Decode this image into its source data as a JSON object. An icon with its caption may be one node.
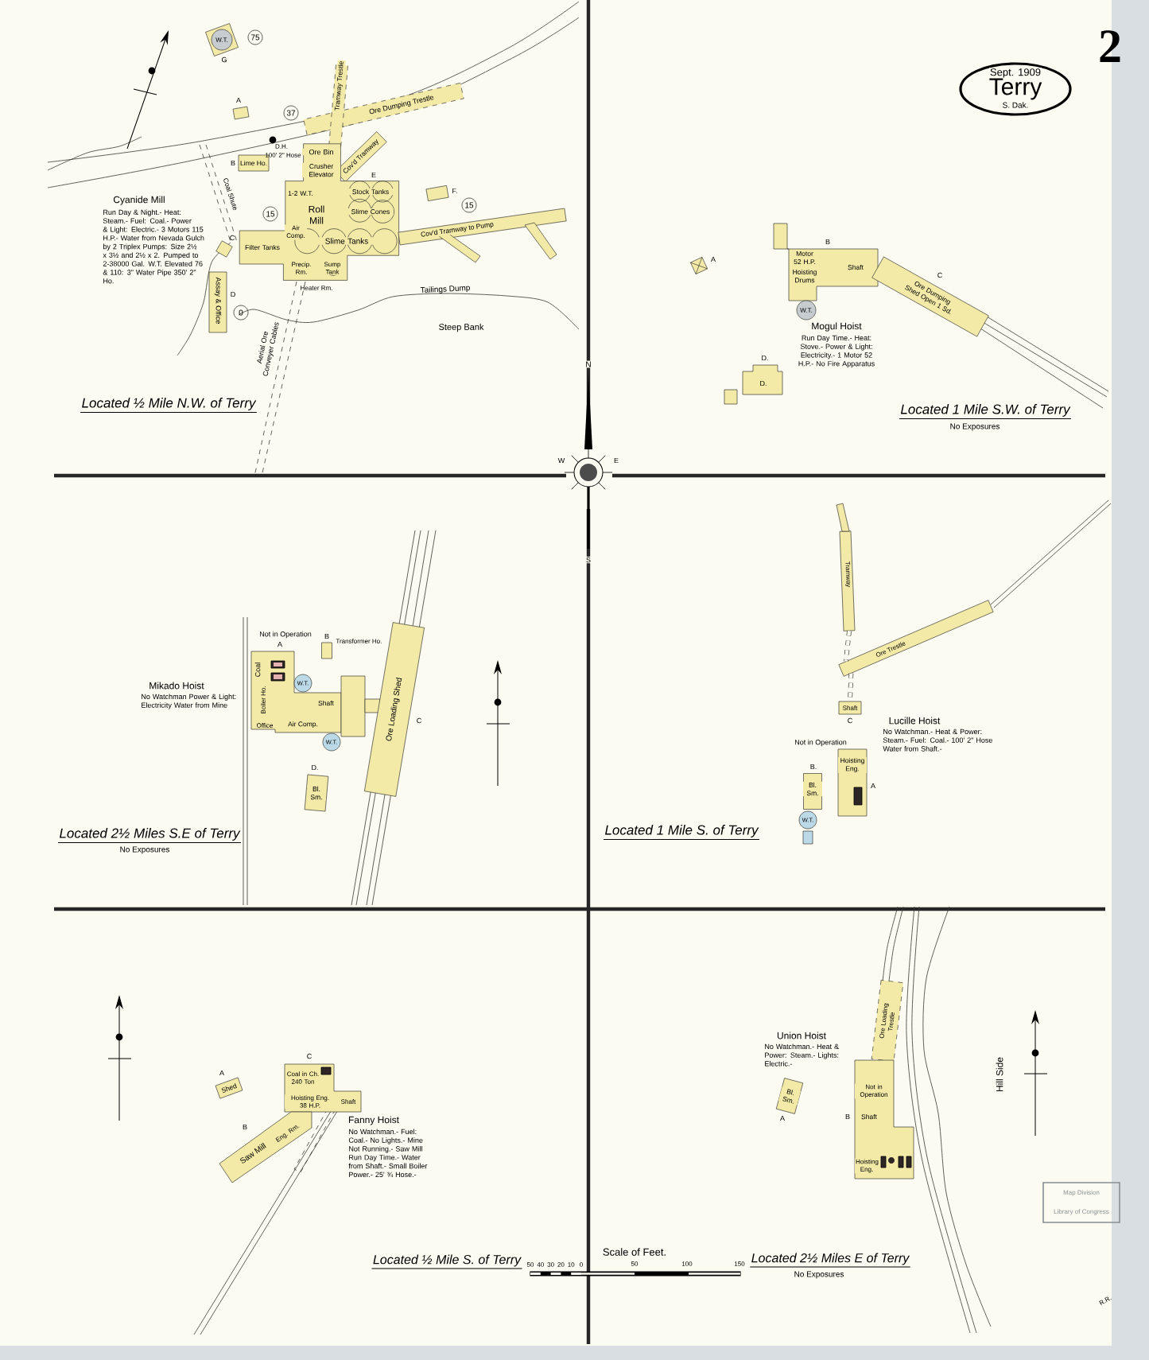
{
  "diagram": {
    "nodes": [
      {
        "text": [
          "W.T."
        ],
        "beside": [
          "G"
        ]
      },
      {
        "text": [],
        "shape": "box",
        "beside": [
          "A"
        ]
      },
      {
        "text": [
          "Ore Dumping Trestle"
        ]
      },
      {
        "text": [
          "Tramway Trestle"
        ]
      },
      {
        "text": [
          "Cov'd Tramway"
        ]
      },
      {
        "text": [
          "Lime Ho."
        ],
        "beside": [
          "B"
        ]
      },
      {
        "text": [
          "Ore Bin",
          "Crusher Elevator",
          "1-2 W.T.",
          "Roll Mill",
          "Stock Tanks",
          "Slime Cones",
          "Slime Tanks",
          "Filter Tanks",
          "Air Comp.",
          "Precip. Rm.",
          "Sump Tank"
        ],
        "beside": [
          "E",
          "Heater Rm."
        ]
      },
      {
        "text": [
          "Cov'd Tramway to Pump"
        ]
      },
      {
        "text": [],
        "shape": "box",
        "beside": [
          "F."
        ]
      },
      {
        "text": [],
        "shape": "box",
        "beside": [
          "C"
        ]
      },
      {
        "text": [
          "Assay & Office"
        ],
        "beside": [
          "D"
        ]
      },
      {
        "text": [
          "Sept. 1909",
          "Terry",
          "S. Dak."
        ]
      },
      {
        "text": [],
        "shape": "box",
        "beside": [
          "A"
        ]
      },
      {
        "text": [
          "Motor 52 H.P.",
          "Hoisting Drums",
          "Shaft"
        ],
        "beside": [
          "B"
        ]
      },
      {
        "text": [
          "Ore Dumping Shed Open 1 Sd."
        ],
        "beside": [
          "C"
        ]
      },
      {
        "text": [
          "W.T."
        ]
      },
      {
        "text": [
          "D."
        ],
        "beside": [
          "D."
        ]
      },
      {
        "text": [],
        "shape": "box"
      },
      {
        "text": [],
        "shape": "box",
        "beside": [
          "B",
          "Transformer Ho."
        ]
      },
      {
        "text": [
          "Coal",
          "Boiler Ho.",
          "Office",
          "Air Comp.",
          "Shaft"
        ],
        "beside": [
          "A"
        ]
      },
      {
        "text": [
          "W.T."
        ]
      },
      {
        "text": [
          "W.T."
        ]
      },
      {
        "text": [],
        "shape": "box"
      },
      {
        "text": [
          "Ore Loading Shed"
        ],
        "beside": [
          "C"
        ]
      },
      {
        "text": [
          "Bl. Sm."
        ],
        "beside": [
          "D."
        ]
      },
      {
        "text": [
          "Tramway"
        ]
      },
      {
        "text": [
          "Ore Trestle"
        ]
      },
      {
        "text": [
          "Shaft"
        ],
        "beside": [
          "C"
        ]
      },
      {
        "text": [
          "Hoisting Eng."
        ],
        "beside": [
          "A"
        ]
      },
      {
        "text": [
          "Bl. Sm."
        ],
        "beside": [
          "B."
        ]
      },
      {
        "text": [
          "W.T."
        ]
      },
      {
        "text": [],
        "shape": "box"
      },
      {
        "text": [
          "Shed"
        ],
        "beside": [
          "A"
        ]
      },
      {
        "text": [
          "Coal in Ch. 240 Ton",
          "Hoisting Eng. 38 H.P.",
          "Shaft"
        ],
        "beside": [
          "C"
        ]
      },
      {
        "text": [
          "Saw Mill",
          "Eng. Rm."
        ],
        "beside": [
          "B"
        ]
      },
      {
        "text": [
          "Bl. Sm."
        ],
        "beside": [
          "A"
        ]
      },
      {
        "text": [
          "Ore Loading Trestle"
        ]
      },
      {
        "text": [
          "Shaft",
          "Hoisting Eng."
        ],
        "beside": [
          "B"
        ]
      }
    ],
    "edges": [
      {
        "from": 25,
        "to": 26,
        "arrow": "none",
        "style": "dashed"
      },
      {
        "from": 26,
        "to": 27,
        "arrow": "none",
        "style": "dashed"
      }
    ],
    "labels": [
      "75",
      "37",
      "D.H.",
      "100' 2\" Hose",
      "Coal Shute",
      "15",
      "15",
      "0",
      "Cyanide Mill",
      "Run Day & Night.- Heat: Steam.- Fuel: Coal.- Power & Light: Electric.- 3 Motors 115 H.P.- Water from Nevada Gulch by 2 Triplex Pumps: Size 2½ x 3½ and 2½ x 2. Pumped to 2-38000 Gal. W.T. Elevated 76 & 110: 3\" Water Pipe 350' 2\" Ho.",
      "Tailings Dump",
      "Steep Bank",
      "Aerial Ore Conveyer Cables",
      "Located ½ Mile N.W. of Terry",
      "2",
      "Mogul Hoist",
      "Run Day Time.- Heat: Stove.- Power & Light: Electricity.- 1 Motor 52 H.P.- No Fire Apparatus",
      "N",
      "W",
      "E",
      "S",
      "Located 1 Mile S.W. of Terry",
      "No Exposures",
      "Not in Operation",
      "Mikado Hoist",
      "No Watchman Power & Light: Electricity Water from Mine",
      "Located 2½ Miles S.E of Terry",
      "No Exposures",
      "Lucille Hoist",
      "No Watchman.- Heat & Power: Steam.- Fuel: Coal.- 100' 2\" Hose Water from Shaft.-",
      "Not in Operation",
      "Located 1 Mile S. of Terry",
      "Fanny Hoist",
      "No Watchman.- Fuel: Coal.- No Lights.- Mine Not Running.- Saw Mill Run Day Time.- Water from Shaft.- Small Boiler Power.- 25' ¾ Hose.-",
      "Located ½ Mile S. of Terry",
      "Scale of Feet.",
      "50",
      "40",
      "30",
      "20",
      "10",
      "0",
      "50",
      "100",
      "150",
      "Union Hoist",
      "No Watchman.- Heat & Power: Steam.- Lights: Electric.-",
      "Not in Operation",
      "Located 2½ Miles E of Terry",
      "No Exposures",
      "Hill Side",
      "Map Division",
      "Library of Congress",
      "R.R."
    ]
  }
}
